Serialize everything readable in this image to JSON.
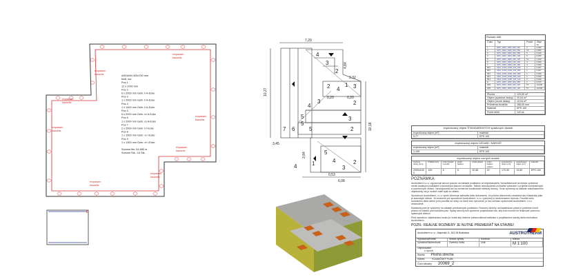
{
  "plan": {
    "legend_lines": [
      "AHDAHN 400x700 mm",
      "bedl. sor.",
      "Pos 1",
      "12 x 2000 mm",
      "Pos 2",
      "6 x 2000 mm Gehr. li A-Ecke",
      "Pos 3",
      "1 x 2000 mm Gehr. li A-Ecke",
      "Pos 4",
      "1 x 1400 mm Gehr. li A-Ecke",
      "Pos 5",
      "5 x 2000 mm Gehr. re A-Ecke",
      "Pos 6",
      "1 x 2000 mm Gehr. re A-Ecke",
      "Pos 7",
      "2 x 2000 mm Gehr. li I-Ecke",
      "Pos 8",
      "1 x 1500 mm Gehr. re I-Ecke",
      "Pos 9",
      "1 x 1300 mm Gehr. re I-Ecke",
      "",
      "Summe lfm: 54,685 m",
      "Summe Stk.: 16 Stk."
    ],
    "red_label": [
      "einpassen",
      "bauseits"
    ]
  },
  "roof": {
    "dims": {
      "top": "7,20",
      "left": "10,27",
      "right": "10,18",
      "d1": "4,84",
      "d2": "2,32",
      "d3": "3,45",
      "d4": "3,84",
      "d5": "0,53",
      "d6": "6,08",
      "d7": "0,20",
      "d8": "0,20"
    },
    "nums": [
      "4",
      "3",
      "2",
      "1",
      "2",
      "3",
      "4",
      "5",
      "7",
      "6",
      "5",
      "5",
      "4",
      "3",
      "2",
      "3",
      "4",
      "5",
      "4",
      "3",
      "2",
      "1",
      "2"
    ]
  },
  "rozsah": {
    "title": "Rozsah dílů",
    "headers": [
      "Číslo",
      "Typ",
      "Počet",
      "Objem"
    ],
    "rows": [
      [
        "1",
        "EPS_1000_1000_020_040",
        "2",
        "0,040"
      ],
      [
        "2",
        "EPS_1000_1000_040_060",
        "13",
        "0,650"
      ],
      [
        "3",
        "EPS_1000_1000_060_080",
        "6",
        "0,420"
      ],
      [
        "4",
        "EPS_1000_1000_080_100",
        "5",
        "0,450"
      ],
      [
        "5",
        "EPS_1000_1000_100_120",
        "11",
        "1,210"
      ],
      [
        "6",
        "EPS_1000_1000_120_140",
        "4",
        "0,520"
      ],
      [
        "7",
        "EPS_1000_1000_140_160",
        "3",
        "0,450"
      ],
      [
        "2K1",
        "KEIL_1000_1000_020_040",
        "1",
        "0,207"
      ],
      [
        "2K2",
        "KEIL_1000_1000_040_060",
        "1",
        "0,207"
      ],
      [
        "3K1",
        "KEIL_1000_1000_060_080",
        "1",
        "0,230"
      ],
      [
        "4K1",
        "KEIL_1000_1000_080_100",
        "1",
        "0,330"
      ],
      [
        "5K1",
        "KEIL_1000_1000_100_120",
        "2",
        "0,440"
      ],
      [
        "6",
        "EPS_1000_1000_060_080",
        "1",
        "0,070"
      ],
      [
        "ZP1",
        "EPS_1000_1000_100_120",
        "57",
        "13,040"
      ],
      [
        "ZP2",
        "EPS_1000_1000_100_120",
        "57",
        "13,040"
      ]
    ],
    "footer": [
      [
        "Plocha",
        "120,00 m²"
      ],
      [
        "Objem (spádové desky)",
        "20,04 m³"
      ],
      [
        "Objem (rovné desky)",
        "13,04 m³"
      ],
      [
        "Průměrná tloušťka",
        "166,00 mm"
      ],
      [
        "Materiál",
        "EPS 100"
      ],
      [
        "Počet dílků",
        "142 ks"
      ]
    ]
  },
  "blocks": {
    "std_title": "expedovaný objem ŠTANDARDNÝCH spádových dosiek",
    "std_head": [
      "expedovaný objem [m³]",
      "materiál"
    ],
    "std_vals": [
      "5,77",
      "EPS 100"
    ],
    "uzlab_title": "expedovaný objem ÚŽĽABÍ / NÁROŽÍ",
    "uzlab_head": [
      "expedovaný objem [m³]",
      "materiál"
    ],
    "uzlab_vals": [
      "1,199",
      "EPS 100"
    ],
    "flat_title": "expedovaný objem rovných dosiek",
    "flat_head": [
      "rozmery dosky [mm]",
      "hrúbka [mm]",
      "počet dosiek na balík",
      "počet balíkov",
      "počet dosiek",
      "počet balíkov celkem",
      "expedovaný objem [m²]",
      "expedovaný objem [m³]",
      "materiál"
    ],
    "flat_vals": [
      "2000x1000",
      "100",
      "6",
      "6",
      "22,66",
      "22",
      "170,00",
      "13,60",
      "EPS 100"
    ]
  },
  "note": {
    "title": "POZNÁMKA",
    "p1": "Austrotherm s.r.o. vypracoval senosí posudo na základe podkladov od objednávateľa. Nenaďeleťnosti na mieste vyriešené medzi zadanými podkladmi a skutočným stavom na stavbe. Takisto nezodpovedá za žiadne vykonané v projekte konštrukčných a rozmerových riešení. Nezodpovedá ani za rozmerové konštrukcie strešnej strechy. Tovar vyrobený na základe odsúhlaseného objednávky nie je možné vrátiť späť do skladu.",
    "p2": "Spoločnosť Austrotherm, s.r.o. týmto informuje adresáta tohto dokumentu, že príloha dokumentu označená ako Kladačský plán je autorským dielom. Je chránené pre spoločnosť Austrotherm, s.r.o. vytvorený a neobmedzene licencia. Použitie tohto autorského diela okrem jeho použitia na účely, na ktoré bolo vytvorené, je bez súhlasu spoločnosti Austrotherm, s.r.o. nedovolené.",
    "p3": "Kladačský plán je vytvorený na základe predložených podkladov. Rozmery strechy na kladačskom pláne je potrebné overiť priamo na stavbe pred začatím prác. Spády strechy boli upravené projektantom tak, aby bolo možné ich realizovať pomocou spádových dielcov.",
    "p4": "Pred samotnou objednávkou tovaru je nutné aby riešenie prekonzultoval realizátor s projektantom stavby alebo technikom Austrotherm.",
    "warning": "POZN.: REÁLNE ROZMERY JE NUTNÉ PREMERAŤ NA STAVBE!"
  },
  "titleblock": {
    "company": "Austrotherm s.r.o., Majerská 11, 821 08 Bratislava",
    "logo": "AUSTROTHERM",
    "labels": [
      "Vypracoval/Kreslil",
      "Vedúci výroby",
      "Kontrola",
      "Mierka"
    ],
    "values": [
      "Vyhotovil/Skontroloval",
      "Overený Voľko",
      "Zoliť",
      "M 1:100"
    ],
    "investor_label": "Objednávateľ",
    "investor": "z Lipová",
    "stavba_label": "Stavba",
    "stavba": "Plochá strecha",
    "vykres_label": "Výkres",
    "vykres": "KLADAČSKÝ PLÁN",
    "cislo_label": "Číslo zákazky",
    "cislo": "20069_2"
  },
  "colors": {
    "red": "#d23030",
    "blue": "#2a3f9a",
    "gray": "#888888",
    "orange": "#c8621a",
    "green": "#8e9a36"
  }
}
